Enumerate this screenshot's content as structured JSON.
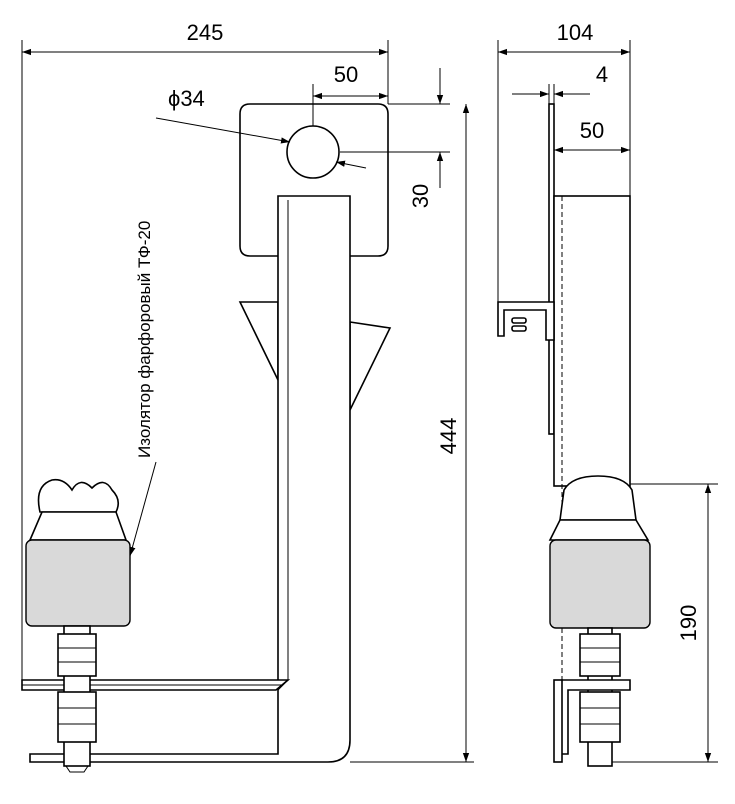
{
  "dimensions": {
    "overall_width": "245",
    "plate_width": "50",
    "hole_diameter": "ϕ34",
    "hole_offset": "30",
    "overall_height": "444",
    "side_depth": "104",
    "plate_thickness": "4",
    "side_plate_width": "50",
    "insulator_height": "190"
  },
  "labels": {
    "insulator": "Изолятор фарфоровый ТФ-20"
  }
}
